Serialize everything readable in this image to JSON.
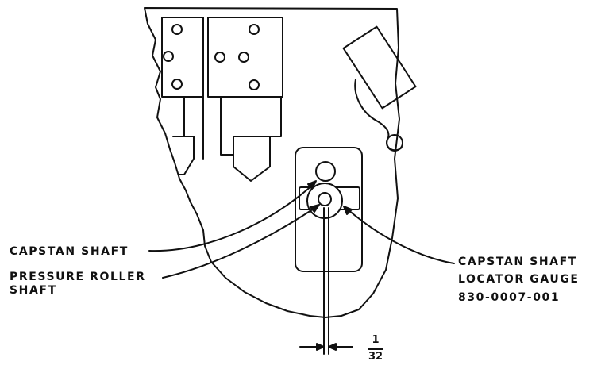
{
  "labels": {
    "capstan_shaft": "CAPSTAN SHAFT",
    "pressure_roller_line1": "PRESSURE ROLLER",
    "pressure_roller_line2": "SHAFT",
    "gauge_line1": "CAPSTAN SHAFT",
    "gauge_line2": "LOCATOR GAUGE",
    "gauge_line3": "830-0007-001"
  },
  "dimension": {
    "numerator": "1",
    "denominator": "32"
  },
  "colors": {
    "ink": "#111111",
    "paper": "#ffffff"
  }
}
